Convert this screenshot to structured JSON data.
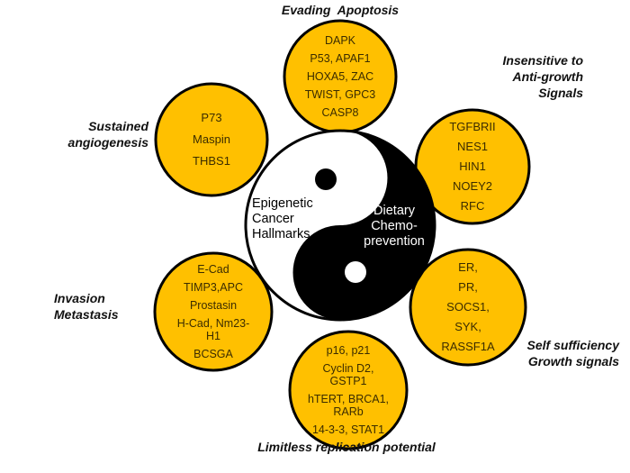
{
  "colors": {
    "bubble_fill": "#FFC000",
    "outline": "#000000",
    "yin": "#000000",
    "yang": "#ffffff"
  },
  "center": {
    "left_label": [
      "Epigenetic",
      "Cancer",
      "Hallmarks"
    ],
    "right_label": [
      "Dietary",
      "Chemo-",
      "prevention"
    ]
  },
  "hallmarks": [
    {
      "title": "Evading  Apoptosis",
      "genes": [
        "DAPK",
        "P53, APAF1",
        "HOXA5, ZAC",
        "TWIST, GPC3",
        "CASP8"
      ]
    },
    {
      "title": "Insensitive to Anti-growth Signals",
      "title_lines": [
        "Insensitive to",
        "Anti-growth",
        "Signals"
      ],
      "genes": [
        "TGFBRII",
        "NES1",
        "HIN1",
        "NOEY2",
        "RFC"
      ]
    },
    {
      "title": "Sustained angiogenesis",
      "title_lines": [
        "Sustained",
        "angiogenesis"
      ],
      "genes": [
        "P73",
        "Maspin",
        "THBS1"
      ]
    },
    {
      "title": "Invasion Metastasis",
      "title_lines": [
        "Invasion",
        "Metastasis"
      ],
      "genes": [
        "E-Cad",
        "TIMP3,APC",
        "Prostasin",
        "H-Cad, Nm23-H1",
        "BCSGA"
      ]
    },
    {
      "title": "Self sufficiency Growth signals",
      "title_lines": [
        "Self sufficiency",
        "Growth signals"
      ],
      "genes": [
        "ER,",
        "PR,",
        "SOCS1,",
        "SYK,",
        "RASSF1A"
      ]
    },
    {
      "title": "Limitless replication potential",
      "genes": [
        "p16, p21",
        "Cyclin D2, GSTP1",
        "hTERT, BRCA1, RARb",
        "14-3-3, STAT1"
      ]
    }
  ]
}
